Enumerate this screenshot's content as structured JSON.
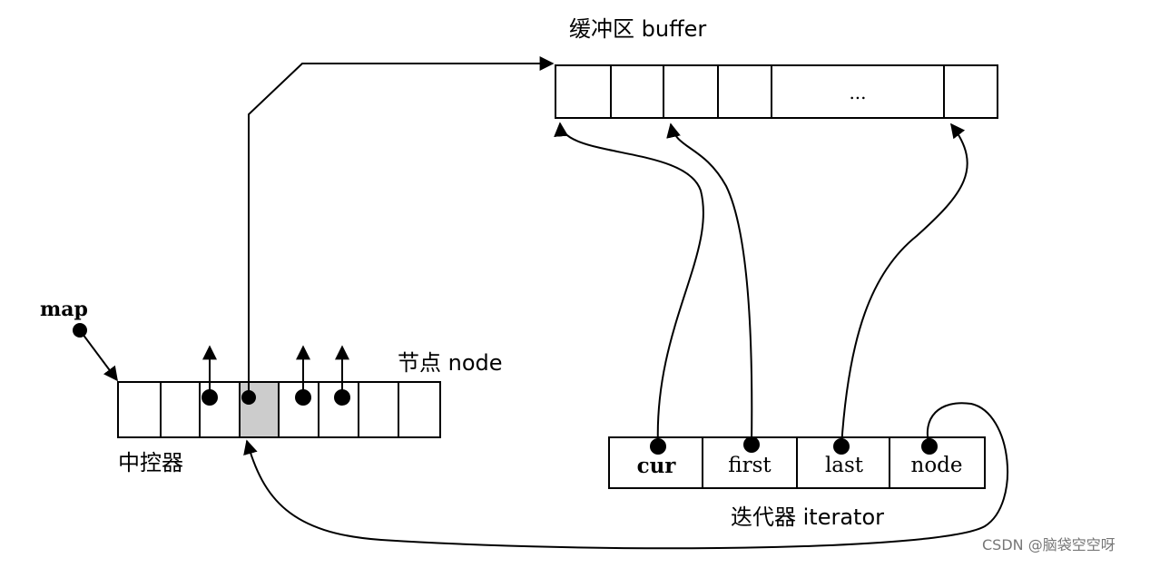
{
  "labels": {
    "buffer_title": "缓冲区 buffer",
    "map": "map",
    "node_title": "节点 node",
    "map_controller": "中控器",
    "iterator_title": "迭代器 iterator",
    "buffer_ellipsis": "...",
    "watermark": "CSDN @脑袋空空呀"
  },
  "iterator_fields": [
    "cur",
    "first",
    "last",
    "node"
  ],
  "colors": {
    "stroke": "#000000",
    "highlight_fill": "#cccccc",
    "watermark": "#777777"
  }
}
